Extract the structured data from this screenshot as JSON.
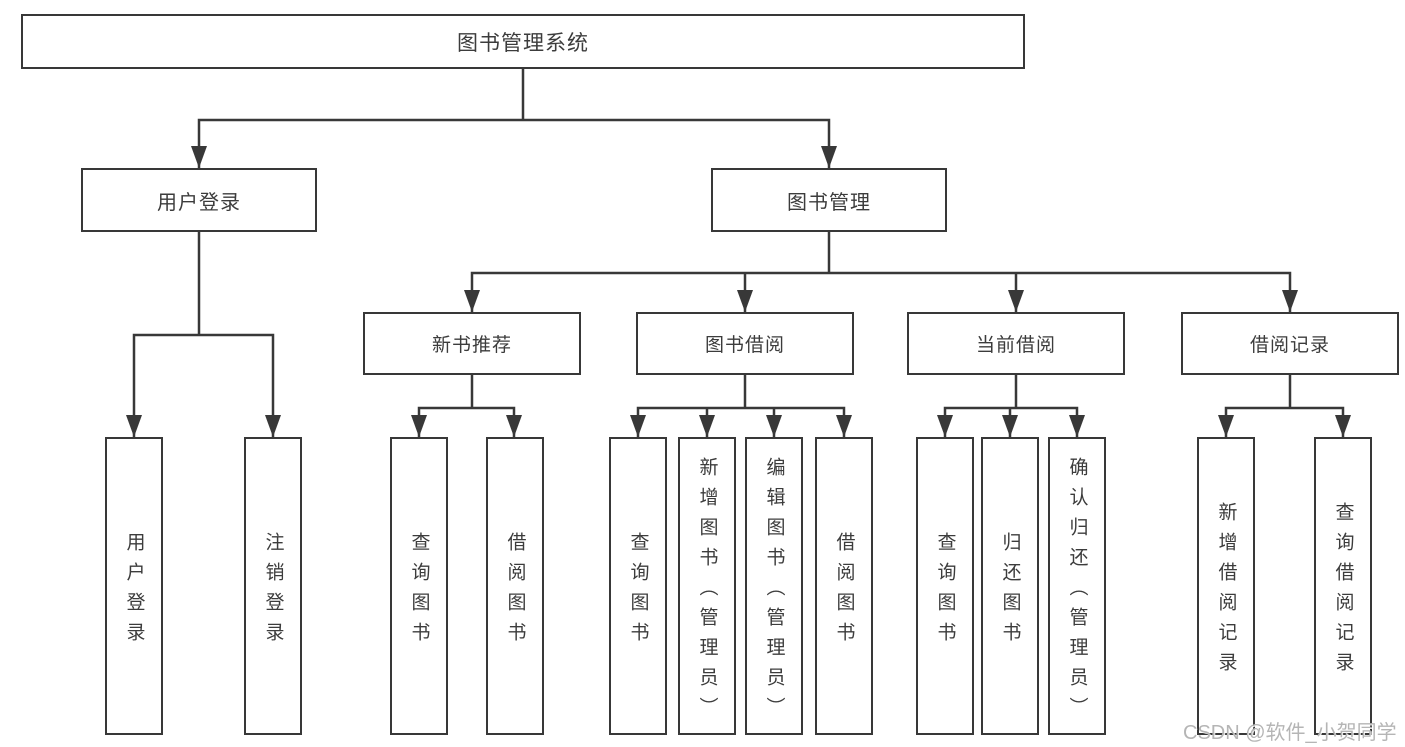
{
  "diagram": {
    "title": "图书管理系统",
    "type": "hierarchy-diagram",
    "colors": {
      "line": "#383838",
      "text": "#3c3c3c",
      "background": "#ffffff",
      "watermark_text": "#b5b5b5"
    },
    "nodes": {
      "root": {
        "label": "图书管理系统"
      },
      "user_login": {
        "label": "用户登录"
      },
      "book_mgmt": {
        "label": "图书管理"
      },
      "new_book_rec": {
        "label": "新书推荐"
      },
      "book_borrow": {
        "label": "图书借阅"
      },
      "current_borrow": {
        "label": "当前借阅"
      },
      "borrow_records": {
        "label": "借阅记录"
      },
      "leaf_user_login": {
        "label": "用户登录"
      },
      "leaf_logout": {
        "label": "注销登录"
      },
      "rec_query_books": {
        "label": "查询图书"
      },
      "rec_borrow_books": {
        "label": "借阅图书"
      },
      "bb_query_books": {
        "label": "查询图书"
      },
      "bb_add_books": {
        "label": "新增图书（管理员）"
      },
      "bb_edit_books": {
        "label": "编辑图书（管理员）"
      },
      "bb_borrow_books": {
        "label": "借阅图书"
      },
      "cb_query_books": {
        "label": "查询图书"
      },
      "cb_return_books": {
        "label": "归还图书"
      },
      "cb_confirm_return": {
        "label": "确认归还（管理员）"
      },
      "br_add_record": {
        "label": "新增借阅记录"
      },
      "br_query_record": {
        "label": "查询借阅记录"
      }
    },
    "edges": [
      [
        "root",
        "user_login"
      ],
      [
        "root",
        "book_mgmt"
      ],
      [
        "user_login",
        "leaf_user_login"
      ],
      [
        "user_login",
        "leaf_logout"
      ],
      [
        "book_mgmt",
        "new_book_rec"
      ],
      [
        "book_mgmt",
        "book_borrow"
      ],
      [
        "book_mgmt",
        "current_borrow"
      ],
      [
        "book_mgmt",
        "borrow_records"
      ],
      [
        "new_book_rec",
        "rec_query_books"
      ],
      [
        "new_book_rec",
        "rec_borrow_books"
      ],
      [
        "book_borrow",
        "bb_query_books"
      ],
      [
        "book_borrow",
        "bb_add_books"
      ],
      [
        "book_borrow",
        "bb_edit_books"
      ],
      [
        "book_borrow",
        "bb_borrow_books"
      ],
      [
        "current_borrow",
        "cb_query_books"
      ],
      [
        "current_borrow",
        "cb_return_books"
      ],
      [
        "current_borrow",
        "cb_confirm_return"
      ],
      [
        "borrow_records",
        "br_add_record"
      ],
      [
        "borrow_records",
        "br_query_record"
      ]
    ],
    "watermark": "CSDN @软件_小贺同学"
  }
}
